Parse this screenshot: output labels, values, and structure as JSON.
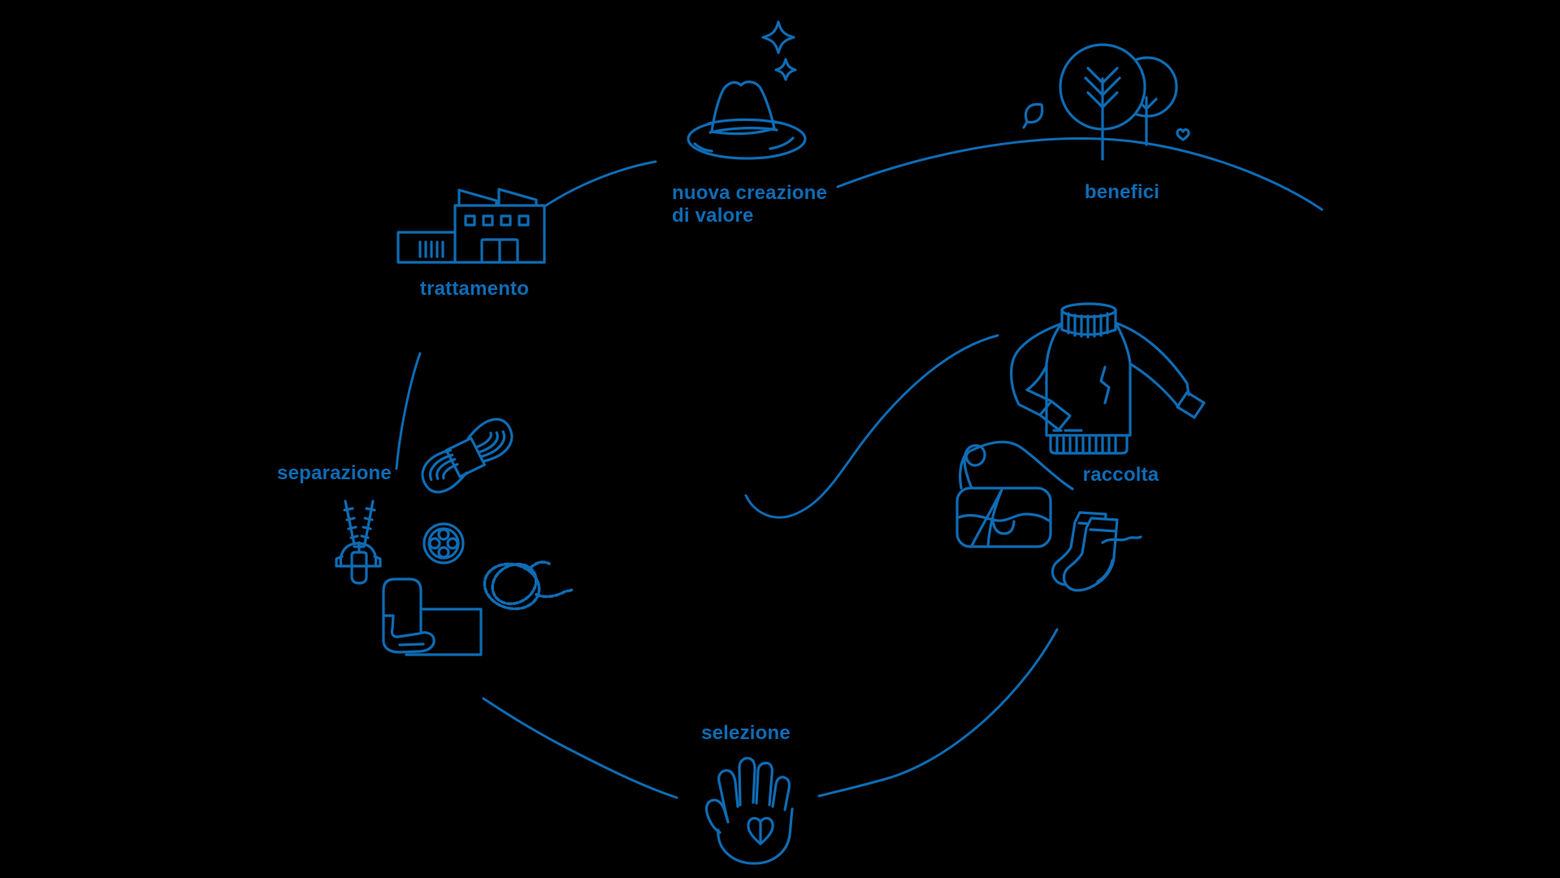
{
  "colors": {
    "background": "#000000",
    "line": "#0e6cb5"
  },
  "diagram_type": "textile-recycling-cycle",
  "stages": [
    {
      "id": "raccolta",
      "label": "raccolta",
      "icon": "sweater-icon"
    },
    {
      "id": "selezione",
      "label": "selezione",
      "icon": "hand-heart-icon"
    },
    {
      "id": "separazione",
      "label": "separazione",
      "icon": "textile-materials-icons"
    },
    {
      "id": "trattamento",
      "label": "trattamento",
      "icon": "factory-icon"
    },
    {
      "id": "nuova-creazione-di-valore",
      "label": "nuova creazione\ndi valore",
      "icon": "hat-sparkles-icon"
    },
    {
      "id": "benefici",
      "label": "benefici",
      "icon": "trees-icon"
    }
  ]
}
